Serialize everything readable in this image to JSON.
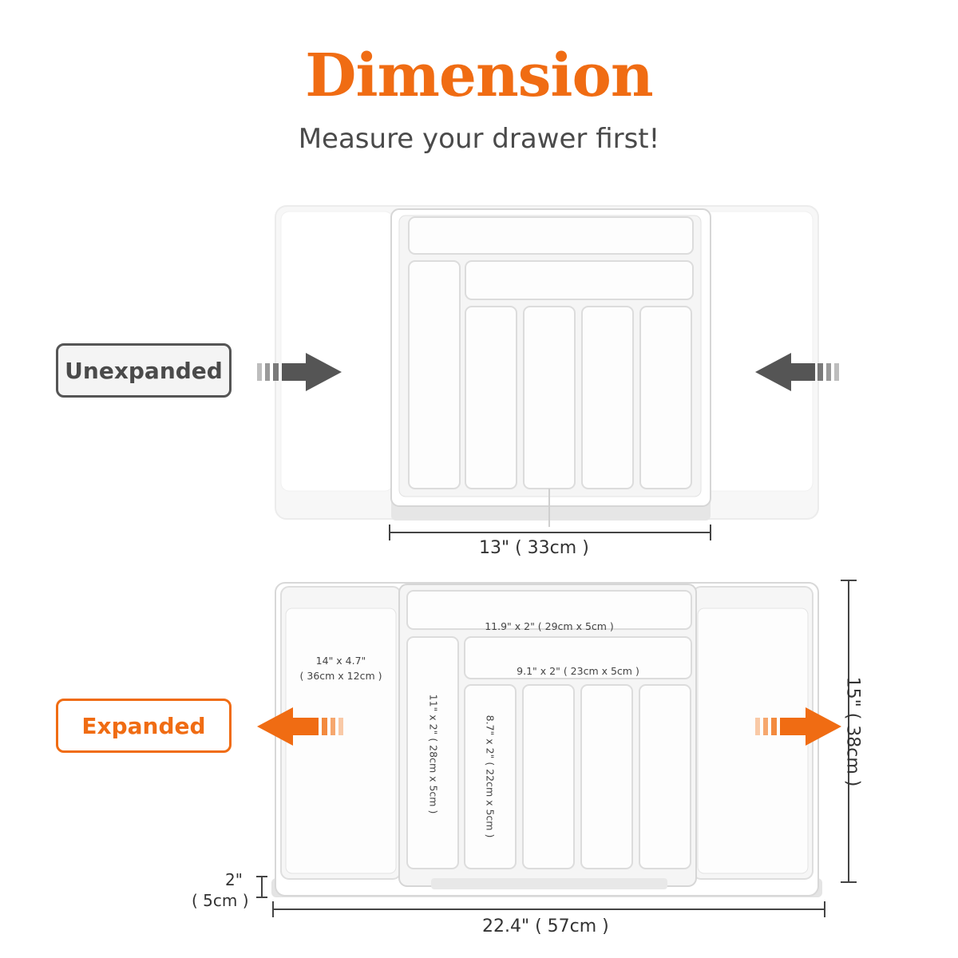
{
  "header": {
    "title": "Dimension",
    "subtitle": "Measure your drawer first!"
  },
  "states": {
    "unexpanded_label": "Unexpanded",
    "expanded_label": "Expanded"
  },
  "dimensions": {
    "unexpanded_width": "13\" ( 33cm )",
    "expanded_width": "22.4\" ( 57cm )",
    "expanded_depth": "15\" ( 38cm )",
    "height_in": "2\"",
    "height_cm": "( 5cm )"
  },
  "compartments": {
    "side": {
      "line1": "14\" x 4.7\"",
      "line2": "( 36cm x 12cm )"
    },
    "top_long": "11.9\" x 2\" ( 29cm x 5cm )",
    "second_long": "9.1\" x 2\" ( 23cm x 5cm )",
    "left_tall": "11\" x 2\" ( 28cm x 5cm )",
    "small_slot": "8.7\" x 2\" ( 22cm x 5cm )"
  },
  "colors": {
    "accent": "#f06c13",
    "dark_gray": "#555555",
    "tray_white": "#ffffff",
    "tray_shade": "#e9e9e9"
  },
  "icons": {
    "unexpanded_arrows": "arrow-inward-icon",
    "expanded_arrows": "arrow-outward-icon"
  }
}
